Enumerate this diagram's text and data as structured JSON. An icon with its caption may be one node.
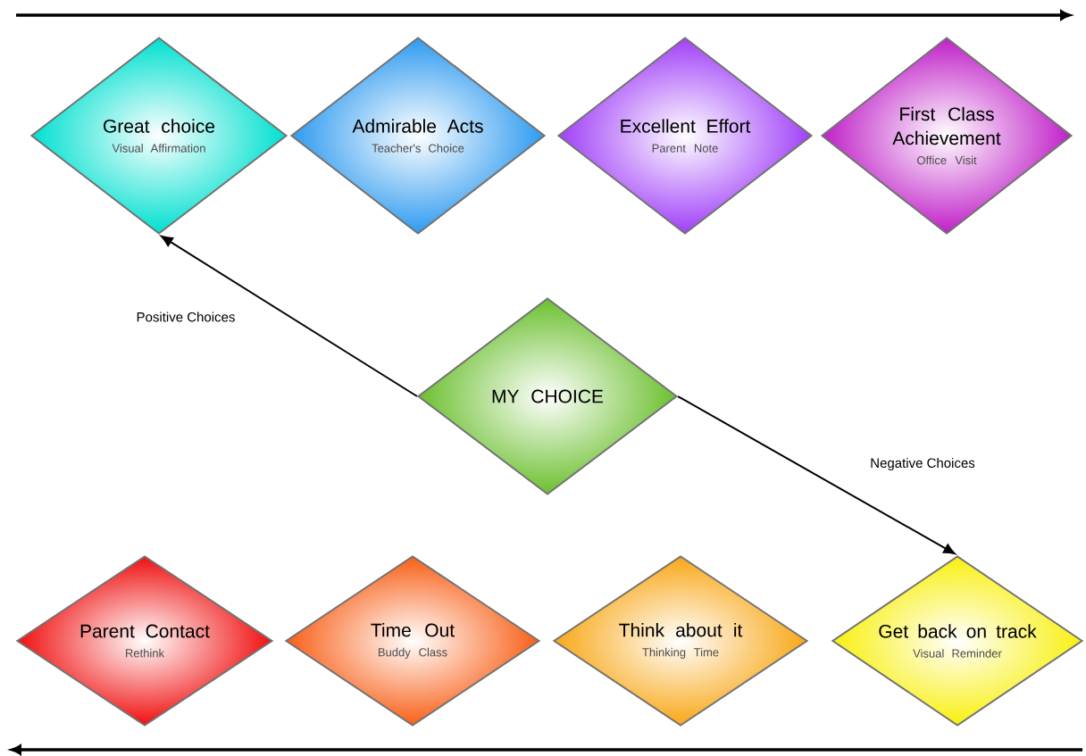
{
  "diagram": {
    "nodes": [
      {
        "text": [
          "Great choice",
          "Visual Affirmation"
        ]
      },
      {
        "text": [
          "Admirable Acts",
          "Teacher's Choice"
        ]
      },
      {
        "text": [
          "Excellent Effort",
          "Parent Note"
        ]
      },
      {
        "text": [
          "First Class Achievement",
          "Office Visit"
        ]
      },
      {
        "text": [
          "MY CHOICE"
        ]
      },
      {
        "text": [
          "Parent Contact",
          "Rethink"
        ]
      },
      {
        "text": [
          "Time Out",
          "Buddy Class"
        ]
      },
      {
        "text": [
          "Think about it",
          "Thinking Time"
        ]
      },
      {
        "text": [
          "Get back on track",
          "Visual Reminder"
        ]
      }
    ],
    "edges": [
      {
        "from": 4,
        "to": 0,
        "arrow": "to",
        "label": "Positive Choices"
      },
      {
        "from": 4,
        "to": 8,
        "arrow": "to",
        "label": "Negative Choices"
      }
    ]
  }
}
